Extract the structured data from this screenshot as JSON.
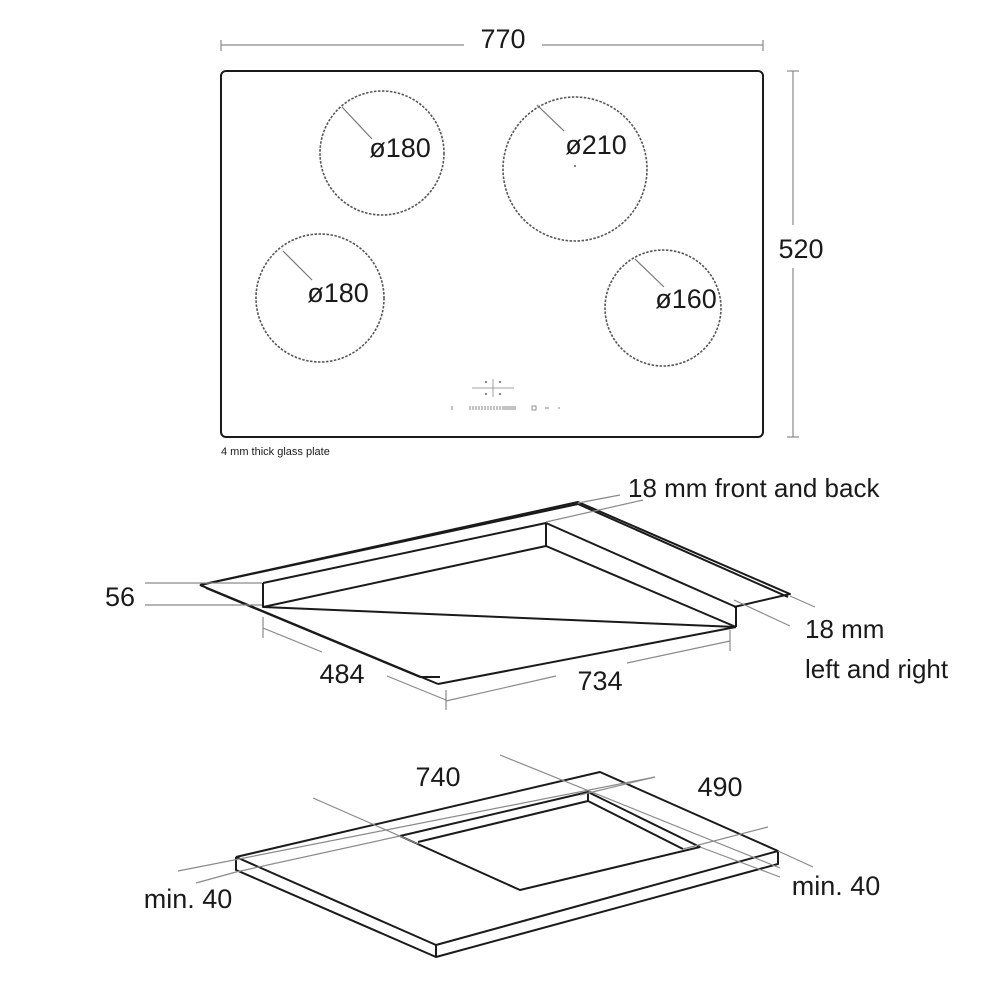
{
  "top_view": {
    "width_label": "770",
    "depth_label": "520",
    "note": "4 mm thick glass plate",
    "zones": [
      {
        "label": "ø180",
        "position": "rear-left"
      },
      {
        "label": "ø210",
        "position": "rear-right"
      },
      {
        "label": "ø180",
        "position": "front-left"
      },
      {
        "label": "ø160",
        "position": "front-right"
      }
    ]
  },
  "side_view": {
    "height_label": "56",
    "depth_label": "484",
    "width_label": "734",
    "front_back_label": "18 mm front and back",
    "left_right_label_1": "18 mm",
    "left_right_label_2": "left and right"
  },
  "cutout_view": {
    "width_label": "740",
    "depth_label": "490",
    "min_left_label": "min. 40",
    "min_right_label": "min. 40"
  },
  "colors": {
    "line": "#1a1a1a",
    "dimension": "#8a8a8a",
    "background": "#ffffff"
  }
}
